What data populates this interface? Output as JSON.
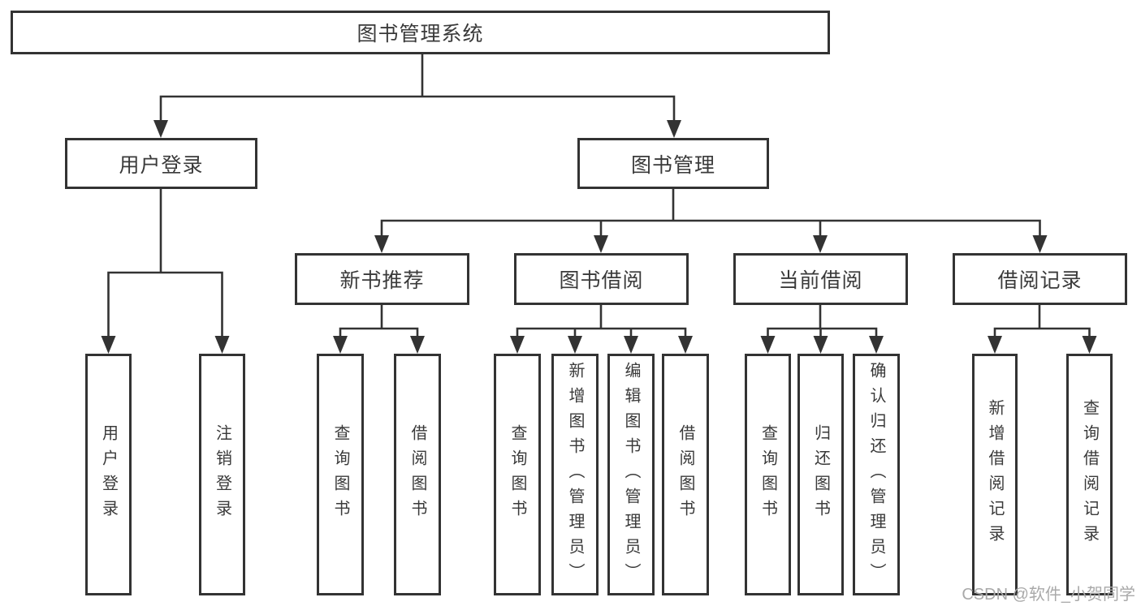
{
  "diagram": {
    "root": "图书管理系统",
    "level2": {
      "user_login": "用户登录",
      "book_mgmt": "图书管理"
    },
    "level3": {
      "new_books": "新书推荐",
      "book_borrow": "图书借阅",
      "current_borrow": "当前借阅",
      "borrow_records": "借阅记录"
    },
    "leaves": {
      "user_login_action": "用户登录",
      "logout": "注销登录",
      "query_books_newbooks": "查询图书",
      "borrow_books_newbooks": "借阅图书",
      "query_books_borrow": "查询图书",
      "add_books_admin": "新增图书（管理员）",
      "edit_books_admin": "编辑图书（管理员）",
      "borrow_books_borrow": "借阅图书",
      "query_books_current": "查询图书",
      "return_books": "归还图书",
      "confirm_return_admin": "确认归还（管理员）",
      "add_borrow_record": "新增借阅记录",
      "query_borrow_record": "查询借阅记录"
    }
  },
  "watermark": "CSDN @软件_小贺同学",
  "colors": {
    "line": "#333333",
    "text": "#3a3a3a",
    "watermark": "#a9a9a9",
    "background": "#ffffff"
  }
}
